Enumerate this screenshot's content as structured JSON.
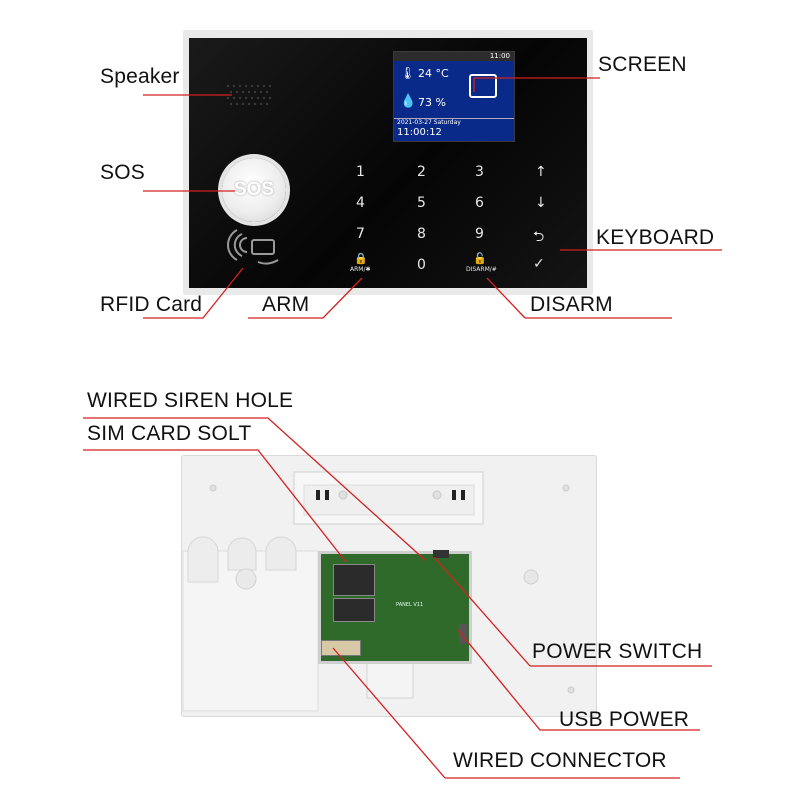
{
  "front_panel": {
    "labels": {
      "speaker": "Speaker",
      "sos": "SOS",
      "rfid": "RFID Card",
      "arm": "ARM",
      "screen": "SCREEN",
      "keyboard": "KEYBOARD",
      "disarm": "DISARM"
    },
    "sos_button_text": "SOS",
    "lcd": {
      "temperature": "24 °C",
      "humidity": "73 %",
      "date": "2021-03-27 Saturday",
      "time": "11:00:12",
      "status_time": "11:00"
    },
    "keys": [
      "1",
      "2",
      "3",
      "↑",
      "4",
      "5",
      "6",
      "↓",
      "7",
      "8",
      "9",
      "⮌",
      "🔒",
      "0",
      "🔓",
      "✓"
    ],
    "key_captions": {
      "arm": "ARM/✱",
      "disarm": "DISARM/#"
    }
  },
  "back_panel": {
    "labels": {
      "wired_siren_hole": "WIRED SIREN HOLE",
      "sim_card_slot": "SIM CARD SOLT",
      "power_switch": "POWER SWITCH",
      "usb_power": "USB POWER",
      "wired_connector": "WIRED CONNECTOR"
    },
    "pcb_text": "PANEL V11"
  },
  "colors": {
    "leader_line": "#d32020",
    "glass": "#0b0b0b",
    "lcd": "#0a2a8a",
    "pcb": "#2f6a2a"
  }
}
